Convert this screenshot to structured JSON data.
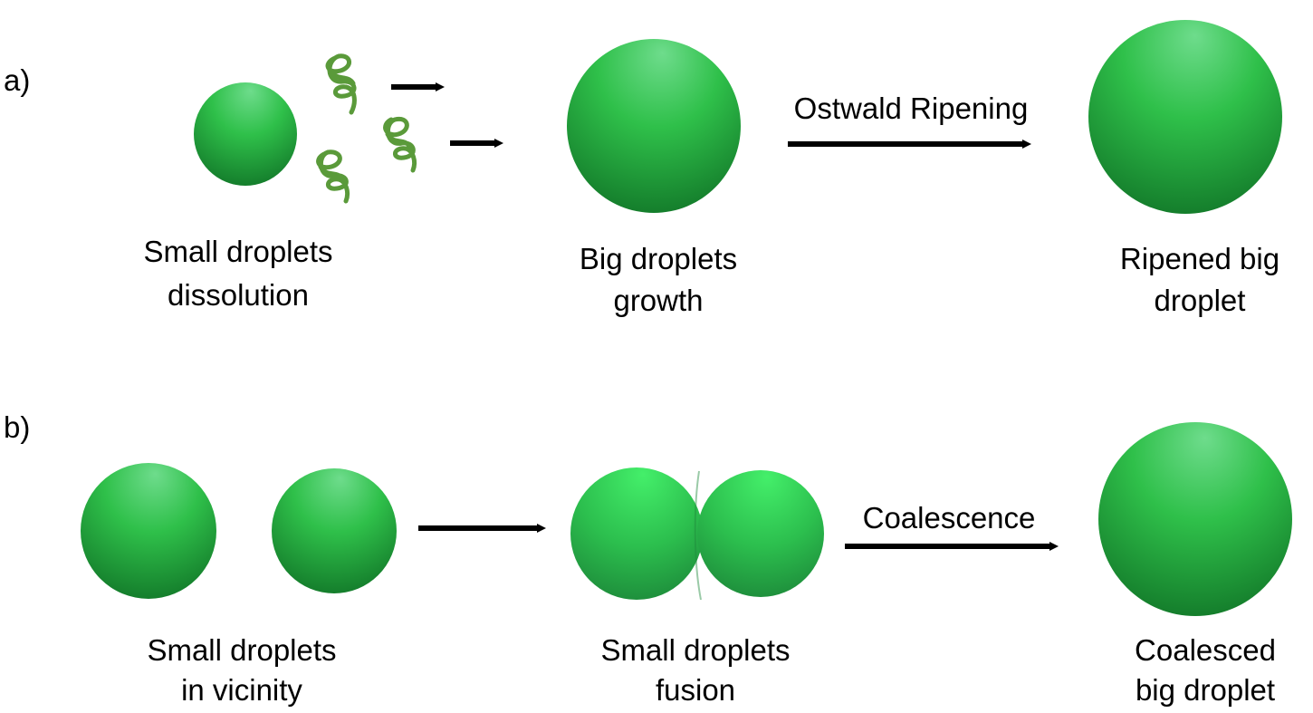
{
  "panels": {
    "a": {
      "label": "a)",
      "process_label": "Ostwald Ripening",
      "captions": {
        "first": [
          "Small droplets",
          "dissolution"
        ],
        "second": [
          "Big droplets",
          "growth"
        ],
        "third": [
          "Ripened big",
          "droplet"
        ]
      }
    },
    "b": {
      "label": "b)",
      "process_label": "Coalescence",
      "captions": {
        "first": [
          "Small droplets",
          "in vicinity"
        ],
        "second": [
          "Small droplets",
          "fusion"
        ],
        "third": [
          "Coalesced",
          "big droplet"
        ]
      }
    }
  },
  "colors": {
    "droplet_light": "#6edc8c",
    "droplet_mid": "#2fc04a",
    "droplet_dark": "#137a2a",
    "fusion_light": "#44ef6a",
    "molecule": "#5a9a3a",
    "arrow": "#000000"
  }
}
